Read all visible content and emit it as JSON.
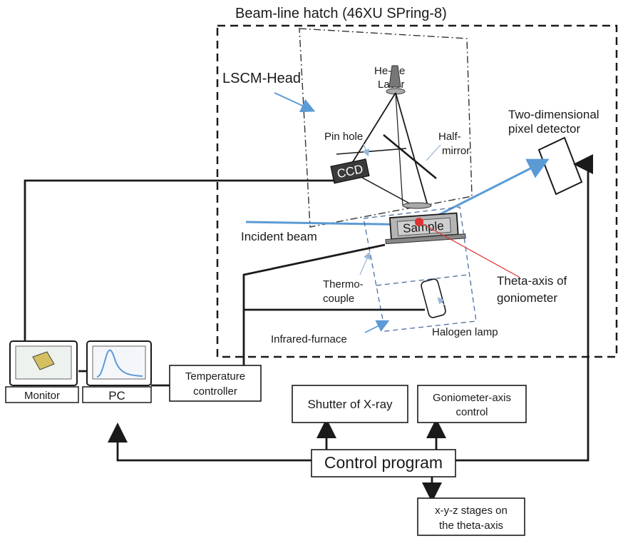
{
  "hatch": {
    "title": "Beam-line hatch (46XU SPring-8)"
  },
  "lscm": {
    "head_label": "LSCM-Head",
    "laser_label_line1": "He-Ne",
    "laser_label_line2": "Laser",
    "pinhole_label": "Pin hole",
    "ccd_label": "CCD",
    "halfmirror_line1": "Half-",
    "halfmirror_line2": "mirror"
  },
  "detector": {
    "line1": "Two-dimensional",
    "line2": "pixel detector"
  },
  "sample": {
    "label": "Sample",
    "incident_beam": "Incident beam",
    "theta_line1": "Theta-axis of",
    "theta_line2": "goniometer"
  },
  "furnace": {
    "thermo_line1": "Thermo-",
    "thermo_line2": "couple",
    "infrared_label": "Infrared-furnace",
    "halogen_label": "Halogen lamp"
  },
  "boxes": {
    "monitor": "Monitor",
    "pc": "PC",
    "temp_line1": "Temperature",
    "temp_line2": "controller",
    "shutter": "Shutter of X-ray",
    "gonio_line1": "Goniometer-axis",
    "gonio_line2": "control",
    "control_program": "Control program",
    "xyz_line1": "x-y-z stages on",
    "xyz_line2": "the theta-axis"
  },
  "colors": {
    "beam": "#5b9bd5",
    "theta_line": "#e03030",
    "dashed_box": "#4a6fa0",
    "ink": "#1a1a1a"
  }
}
